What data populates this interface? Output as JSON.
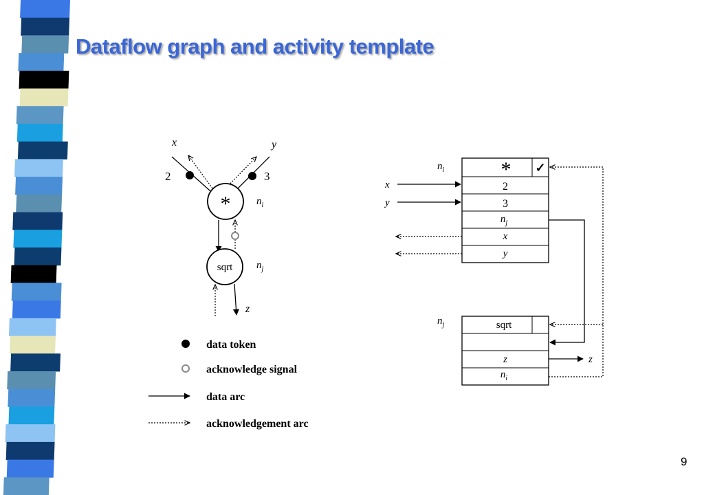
{
  "slide": {
    "title": "Dataflow graph and activity template",
    "page_number": "9"
  },
  "colors": {
    "title": "#3a66d6",
    "stripes": [
      "#4a8fd6",
      "#5b8fb0",
      "#0f3a70",
      "#3a78e6",
      "#000000",
      "#e6e6b8",
      "#5b96c4",
      "#1aa0e0",
      "#0d3d6e",
      "#8ec4f4"
    ]
  },
  "graph": {
    "input_x": "x",
    "input_y": "y",
    "token_left_value": "2",
    "token_right_value": "3",
    "mult_node_op": "*",
    "mult_node_label": "n",
    "mult_node_label_sub": "i",
    "sqrt_node_op": "sqrt",
    "sqrt_node_label": "n",
    "sqrt_node_label_sub": "j",
    "output_z": "z"
  },
  "legend": {
    "data_token": "data token",
    "acknowledge_signal": "acknowledge signal",
    "data_arc": "data arc",
    "acknowledgement_arc": "acknowledgement arc"
  },
  "template_mult": {
    "label": "n",
    "label_sub": "i",
    "op": "*",
    "check": "✓",
    "row_2": "2",
    "row_3": "3",
    "row_dest": "n",
    "row_dest_sub": "j",
    "row_x": "x",
    "row_y": "y",
    "input_x": "x",
    "input_y": "y"
  },
  "template_sqrt": {
    "label": "n",
    "label_sub": "j",
    "op": "sqrt",
    "row_z": "z",
    "row_ack": "n",
    "row_ack_sub": "i",
    "output_z": "z"
  }
}
